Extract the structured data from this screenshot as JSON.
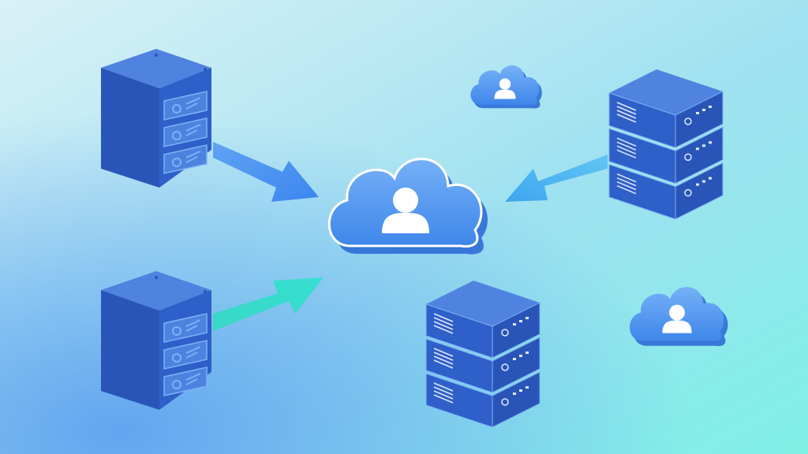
{
  "colors": {
    "background_start": "#d9f1f7",
    "background_mid": "#9fe1f0",
    "background_end": "#7ff0e6",
    "background_bottom_left": "#5b9ff0",
    "server_front": "#2f5fc8",
    "server_side": "#2a55b8",
    "server_top": "#4f83df",
    "server_panel": "#4d82df",
    "server_panel_light": "#7eb1f5",
    "cloud_main": "#3e86ea",
    "cloud_light": "#76b1f8",
    "cloud_edge": "#ffffff",
    "user_icon": "#ffffff",
    "arrow_blue": "#3c86ee",
    "arrow_cyan": "#35e0d0",
    "arrow_sky": "#3ea6ef"
  },
  "diagram": {
    "central_node": {
      "name": "central-cloud",
      "icon": "user-icon"
    },
    "satellite_clouds": [
      {
        "name": "small-cloud-top",
        "icon": "user-icon"
      },
      {
        "name": "small-cloud-right",
        "icon": "user-icon"
      }
    ],
    "servers": [
      {
        "name": "server-top-left",
        "style": "tower"
      },
      {
        "name": "server-bottom-left",
        "style": "tower"
      },
      {
        "name": "server-top-right",
        "style": "rack"
      },
      {
        "name": "server-bottom-center",
        "style": "rack"
      }
    ],
    "connections": [
      {
        "from": "server-top-left",
        "to": "central-cloud",
        "color": "arrow_blue"
      },
      {
        "from": "server-bottom-left",
        "to": "central-cloud",
        "color": "arrow_cyan"
      },
      {
        "from": "server-top-right",
        "to": "central-cloud",
        "color": "arrow_sky"
      }
    ]
  }
}
